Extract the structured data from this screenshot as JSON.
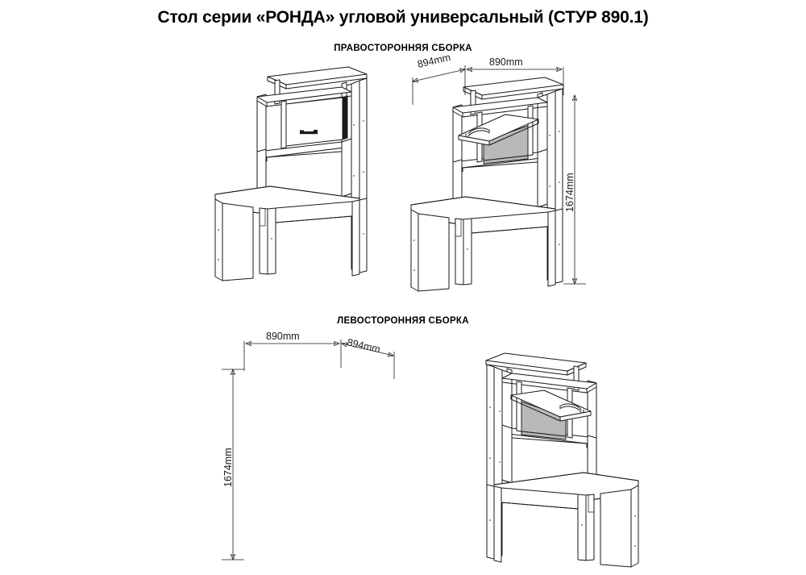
{
  "document": {
    "title": "Стол серии «РОНДА» угловой универсальный (СТУР 890.1)",
    "background_color": "#ffffff",
    "line_color": "#1a1a1a",
    "shade_color": "#b9b9b9"
  },
  "sections": [
    {
      "id": "right-assembly",
      "heading": "ПРАВОСТОРОННЯЯ СБОРКА",
      "views": [
        {
          "id": "right-closed",
          "caption": "",
          "door_state": "closed"
        },
        {
          "id": "right-open",
          "caption": "",
          "door_state": "open"
        }
      ],
      "dimensions": {
        "width_left": "894mm",
        "width_right": "890mm",
        "height": "1674mm"
      }
    },
    {
      "id": "left-assembly",
      "heading": "ЛЕВОСТОРОННЯЯ СБОРКА",
      "views": [
        {
          "id": "left-open",
          "caption": "",
          "door_state": "open"
        },
        {
          "id": "left-closed",
          "caption": "",
          "door_state": "closed"
        }
      ],
      "dimensions": {
        "width_left": "890mm",
        "width_right": "894mm",
        "height": "1674mm"
      }
    }
  ],
  "units": "mm",
  "product": {
    "series": "РОНДА",
    "model_code": "СТУР 890.1",
    "type": "Стол угловой универсальный"
  }
}
